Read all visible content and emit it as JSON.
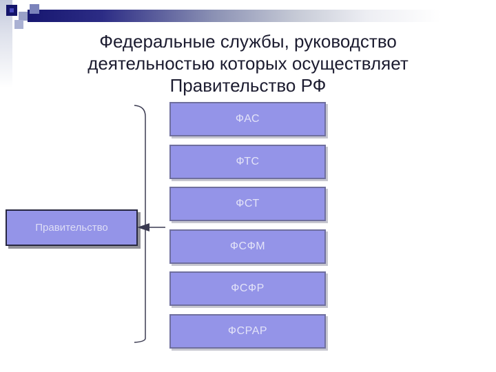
{
  "slide": {
    "title": {
      "lines": [
        "Федеральные службы, руководство",
        "деятельностью которых осуществляет",
        "Правительство РФ"
      ]
    },
    "government": {
      "label": "Правительство"
    },
    "services": [
      {
        "label": "ФАС"
      },
      {
        "label": "ФТС"
      },
      {
        "label": "ФСТ"
      },
      {
        "label": "ФСФМ"
      },
      {
        "label": "ФСФР"
      },
      {
        "label": "ФСРАР"
      }
    ],
    "colors": {
      "title_text": "#1c1c30",
      "box_fill": "#9494e8",
      "service_box_border": "#6f6f9e",
      "government_box_border": "#26263f",
      "box_text": "#e3e3f8",
      "connector_stroke": "#3a3a50",
      "bar_gradient_start": "#171770",
      "bar_gradient_end": "#ffffff",
      "band_gradient_start": "#c3c8dc"
    },
    "decor": {
      "squares": [
        {
          "name": "navy-square",
          "color": "#14146a"
        },
        {
          "name": "slate-square",
          "color": "#7b83bb"
        },
        {
          "name": "gray-blue-square",
          "color": "#99a0c7"
        },
        {
          "name": "light-blue-square",
          "color": "#aab1d3"
        }
      ]
    }
  }
}
